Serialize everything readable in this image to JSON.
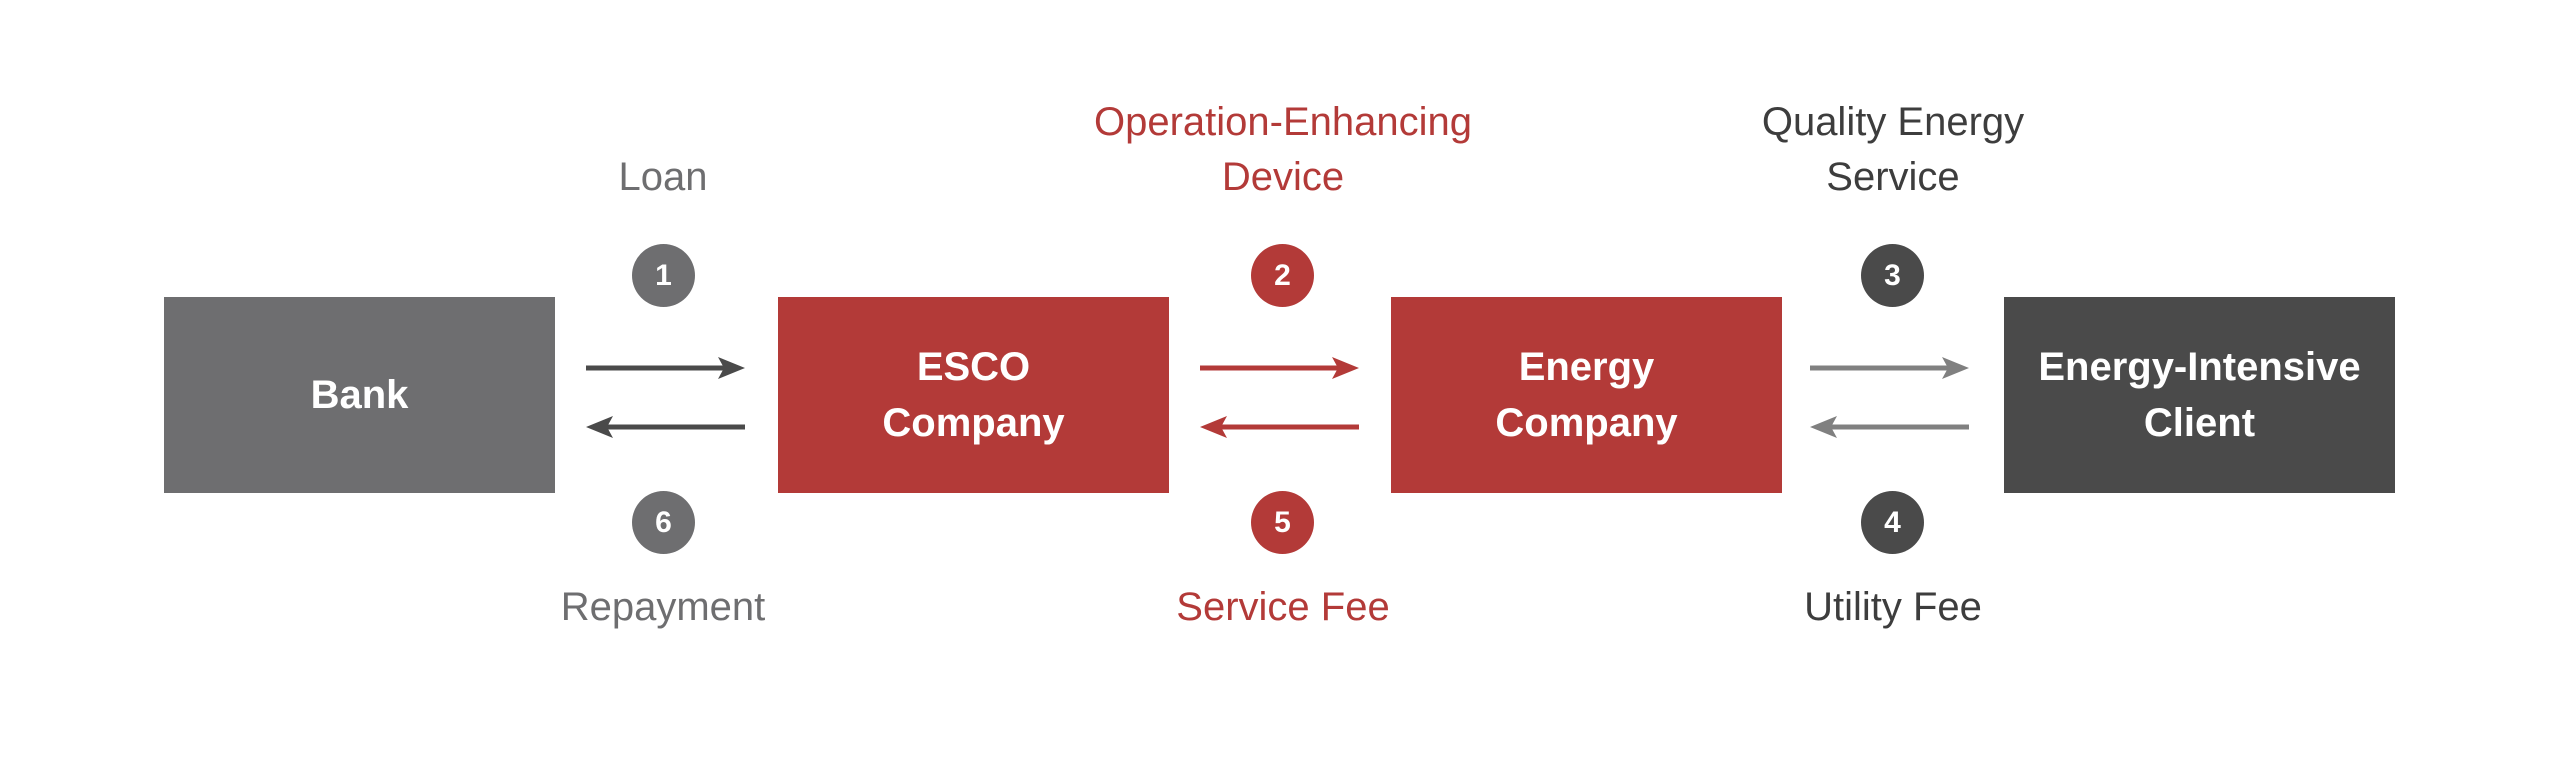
{
  "colors": {
    "gray": "#6e6e70",
    "red": "#b33a38",
    "dark": "#4a4a4a",
    "mid_gray": "#808080"
  },
  "nodes": [
    {
      "id": "bank",
      "label": "Bank",
      "color": "#6e6e70"
    },
    {
      "id": "esco",
      "label": "ESCO\nCompany",
      "color": "#b33a38"
    },
    {
      "id": "energy",
      "label": "Energy\nCompany",
      "color": "#b33a38"
    },
    {
      "id": "client",
      "label": "Energy-Intensive\nClient",
      "color": "#4a4a4a"
    }
  ],
  "flows": [
    {
      "step": "1",
      "label": "Loan",
      "color": "#6e6e70",
      "circle_color": "#6e6e70",
      "direction": "right"
    },
    {
      "step": "2",
      "label": "Operation-Enhancing\nDevice",
      "color": "#b33a38",
      "circle_color": "#b33a38",
      "direction": "right"
    },
    {
      "step": "3",
      "label": "Quality Energy\nService",
      "color": "#3d3d3d",
      "circle_color": "#4a4a4a",
      "direction": "right"
    },
    {
      "step": "4",
      "label": "Utility Fee",
      "color": "#3d3d3d",
      "circle_color": "#4a4a4a",
      "direction": "left"
    },
    {
      "step": "5",
      "label": "Service Fee",
      "color": "#b33a38",
      "circle_color": "#b33a38",
      "direction": "left"
    },
    {
      "step": "6",
      "label": "Repayment",
      "color": "#6e6e70",
      "circle_color": "#6e6e70",
      "direction": "left"
    }
  ]
}
